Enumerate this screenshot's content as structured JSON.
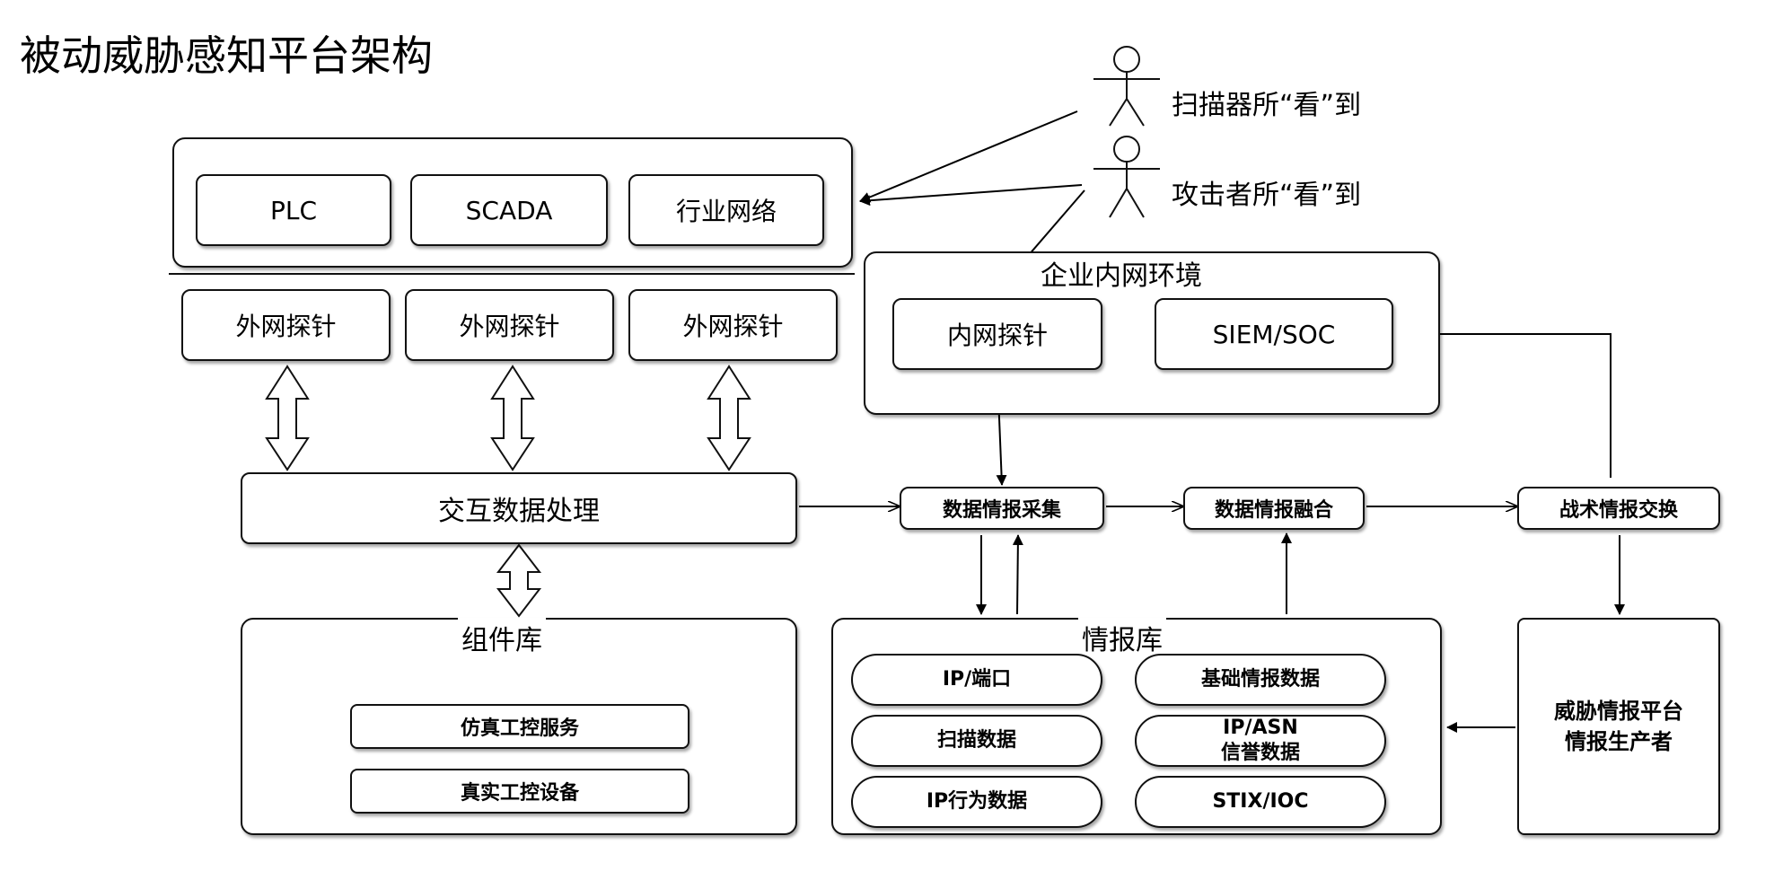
{
  "title": "被动威胁感知平台架构",
  "actors": {
    "scanner": "扫描器所“看”到",
    "attacker": "攻击者所“看”到"
  },
  "targets": [
    "PLC",
    "SCADA",
    "行业网络"
  ],
  "external_probes": [
    "外网探针",
    "外网探针",
    "外网探针"
  ],
  "interaction": "交互数据处理",
  "component_lib": {
    "title": "组件库",
    "items": [
      "仿真工控服务",
      "真实工控设备"
    ]
  },
  "intranet": {
    "title": "企业内网环境",
    "probe": "内网探针",
    "siem": "SIEM/SOC"
  },
  "pipeline": {
    "collect": "数据情报采集",
    "fusion": "数据情报融合",
    "exchange": "战术情报交换"
  },
  "intel_lib": {
    "title": "情报库",
    "items": [
      "IP/端口",
      "基础情报数据",
      "扫描数据",
      "IP/ASN",
      "信誉数据",
      "IP行为数据",
      "STIX/IOC"
    ]
  },
  "producer": {
    "line1": "威胁情报平台",
    "line2": "情报生产者"
  }
}
